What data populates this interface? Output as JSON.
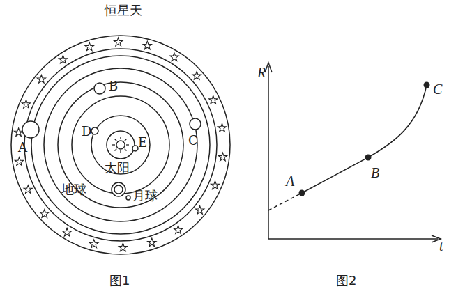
{
  "diagram": {
    "labels": [
      "恒星天",
      "A",
      "B",
      "C",
      "D",
      "E",
      "太阳",
      "地球",
      "月球",
      "图1",
      "R",
      "t",
      "A",
      "B",
      "C",
      "图2"
    ]
  }
}
